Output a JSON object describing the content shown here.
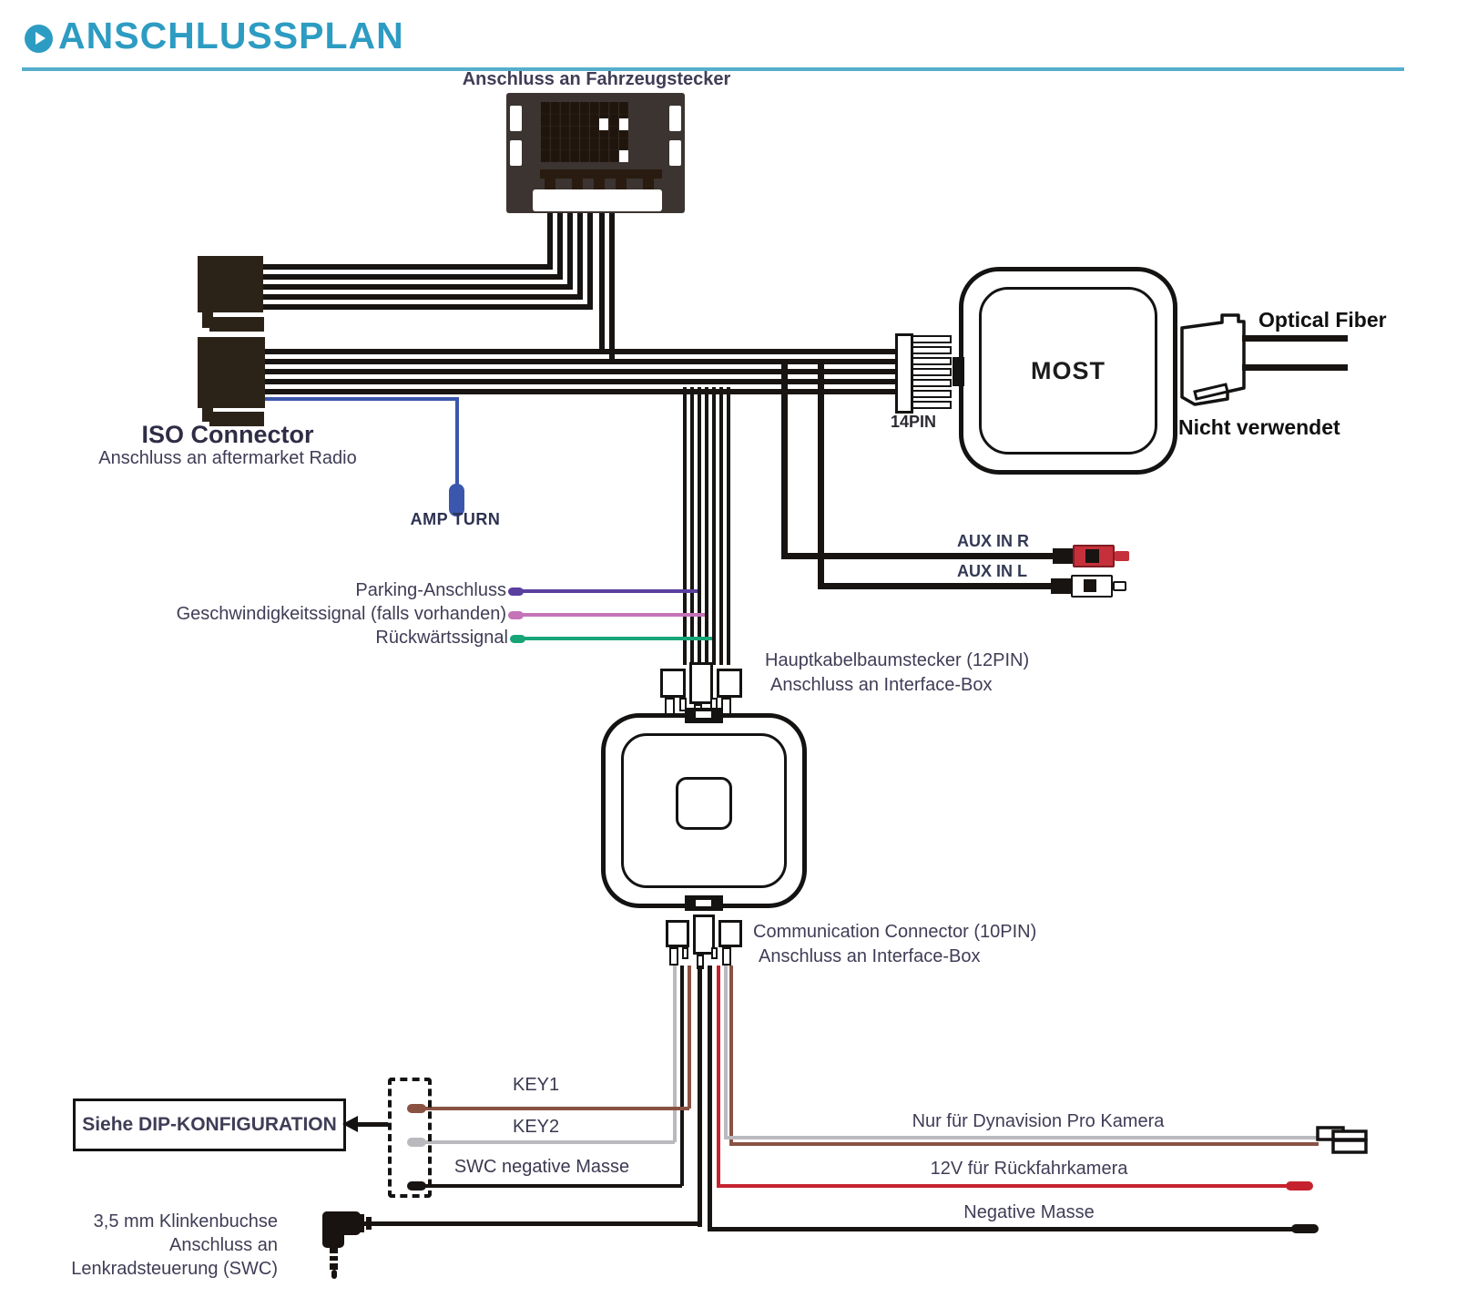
{
  "header": {
    "title": "ANSCHLUSSPLAN"
  },
  "vehicle_connector": {
    "label": "Anschluss an Fahrzeugstecker"
  },
  "iso": {
    "title": "ISO Connector",
    "subtitle": "Anschluss an aftermarket Radio"
  },
  "amp_turn": {
    "label": "AMP TURN"
  },
  "most": {
    "label": "MOST",
    "pin_label": "14PIN",
    "optical_label": "Optical Fiber",
    "not_used_label": "Nicht verwendet"
  },
  "aux": {
    "right": "AUX IN R",
    "left": "AUX IN L"
  },
  "signals": {
    "parking": "Parking-Anschluss",
    "speed": "Geschwindigkeitssignal (falls vorhanden)",
    "reverse": "Rückwärtssignal"
  },
  "main_harness": {
    "line1": "Hauptkabelbaumstecker (12PIN)",
    "line2": "Anschluss an Interface-Box"
  },
  "comm_connector": {
    "line1": "Communication Connector (10PIN)",
    "line2": "Anschluss an Interface-Box"
  },
  "keys": {
    "key1": "KEY1",
    "key2": "KEY2",
    "swc_ground": "SWC negative Masse"
  },
  "dip": {
    "label": "Siehe DIP-KONFIGURATION"
  },
  "camera": {
    "dynavision": "Nur für Dynavision Pro Kamera",
    "reverse_12v": "12V für Rückfahrkamera",
    "ground": "Negative Masse"
  },
  "jack": {
    "line1": "3,5 mm Klinkenbuchse",
    "line2": "Anschluss an",
    "line3": "Lenkradsteuerung (SWC)"
  },
  "colors": {
    "accent_teal": "#2D9CC2",
    "underline_teal": "#56AECD",
    "label_navy": "#3F3D56",
    "wire_black": "#171412",
    "wire_blue": "#3A57AD",
    "wire_purple": "#5B3F9E",
    "wire_pink": "#C473B8",
    "wire_green": "#17A578",
    "wire_brown": "#8A5243",
    "wire_gray": "#B9B9BE",
    "wire_red": "#C6222E",
    "rca_red": "#C6303A",
    "connector_dark": "#3B3430",
    "iso_dark": "#2C2318"
  }
}
